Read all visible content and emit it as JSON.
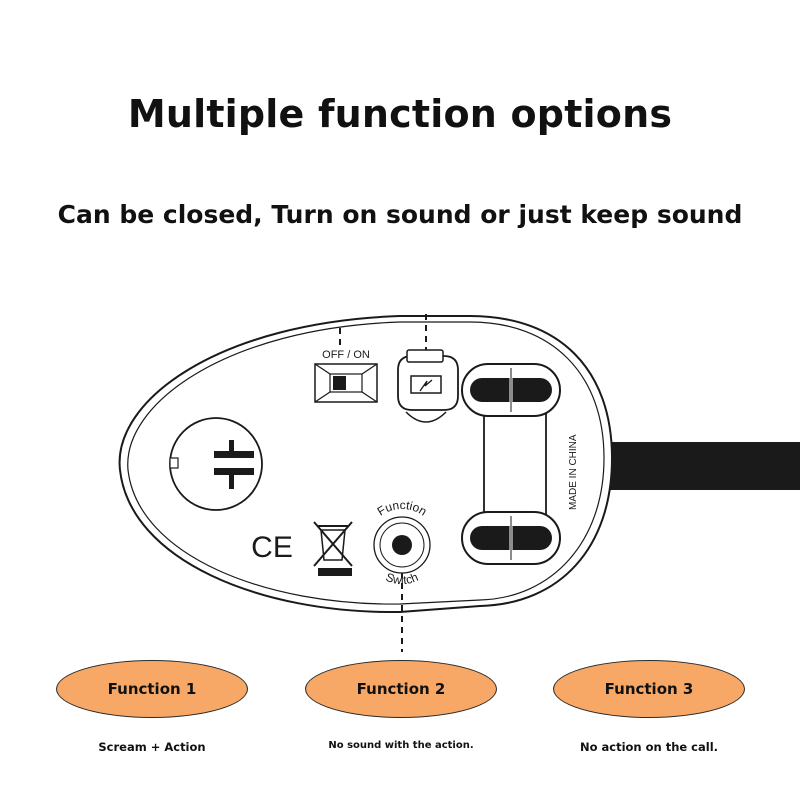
{
  "header": {
    "title": "Multiple function options",
    "subtitle": "Can be closed, Turn on sound or just keep sound"
  },
  "device": {
    "switch_label": "OFF / ON",
    "function_ring_top": "Function",
    "function_ring_bottom": "Switch",
    "made_in": "MADE IN CHINA",
    "ce_mark": "CE"
  },
  "functions": [
    {
      "label": "Function 1",
      "description": "Scream + Action"
    },
    {
      "label": "Function 2",
      "description": "No sound with the action."
    },
    {
      "label": "Function 3",
      "description": "No action on the call."
    }
  ],
  "colors": {
    "oval_fill": "#f7a766",
    "outline": "#1a1a1a"
  }
}
